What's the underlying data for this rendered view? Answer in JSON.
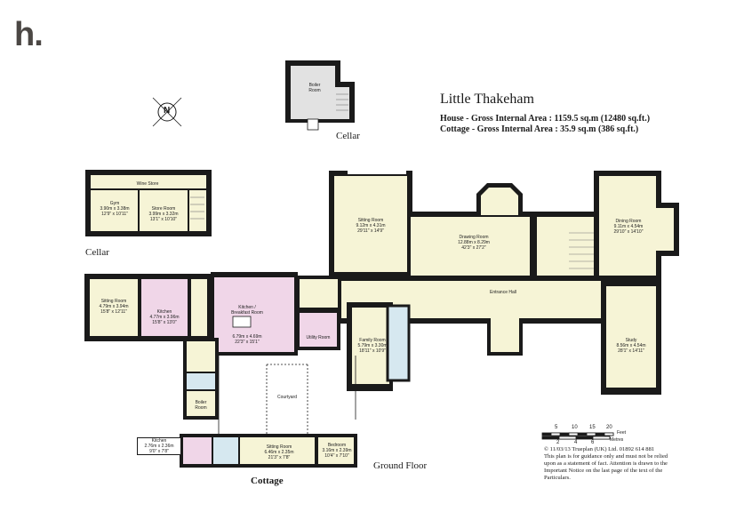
{
  "brand": {
    "logo": "h."
  },
  "property": {
    "title": "Little Thakeham",
    "areas": [
      "House - Gross Internal Area : 1159.5 sq.m   (12480 sq.ft.)",
      "Cottage - Gross Internal Area : 35.9 sq.m    (386 sq.ft.)"
    ]
  },
  "compass": {
    "label": "N"
  },
  "floor_labels": {
    "cellar_top": "Cellar",
    "cellar_left": "Cellar",
    "ground_floor": "Ground Floor",
    "cottage": "Cottage"
  },
  "rooms": {
    "boiler_cellar": "Boiler\nRoom",
    "wine_store": "Wine Store",
    "gym": "Gym\n3.90m x 3.38m\n12'9\" x 10'11\"",
    "store_room": "Store Room\n3.99m x 3.32m\n13'1\" x 10'10\"",
    "sitting_left": "Sitting Room\n4.79m x 3.94m\n15'8\" x 12'11\"",
    "kitchen_left": "Kitchen\n4.77m x 3.96m\n15'8\" x 13'0\"",
    "kitchen_breakfast": "Kitchen /\nBreakfast Room",
    "kitchen_breakfast_dims": "6.79m x 4.69m\n22'3\" x 15'1\"",
    "utility": "Utility Room",
    "sitting_main": "Sitting Room\n9.12m x 4.31m\n29'11\" x 14'9\"",
    "drawing": "Drawing Room\n12.88m x 8.29m\n42'3\" x 27'2\"",
    "dining": "Dining Room\n9.11m x 4.54m\n29'10\" x 14'10\"",
    "entrance_hall": "Entrance Hall",
    "family": "Family Room\n5.79m x 3.30m\n18'11\" x 10'9\"",
    "study": "Study\n8.56m x 4.54m\n28'1\" x 14'11\"",
    "boiler_ground": "Boiler\nRoom",
    "courtyard": "Courtyard",
    "kitchen_cottage": "Kitchen\n2.76m x 2.36m\n9'0\" x 7'8\"",
    "sitting_cottage": "Sitting Room\n6.46m x 2.35m\n21'3\" x 7'8\"",
    "bedroom_cottage": "Bedroom\n3.16m x 2.39m\n10'4\" x 7'10\""
  },
  "scale": {
    "feet_ticks": [
      "5",
      "10",
      "15",
      "20"
    ],
    "feet_label": "Feet",
    "metres_ticks": [
      "2",
      "4",
      "6"
    ],
    "metres_label": "Metres"
  },
  "notice": [
    "©   11/03/13   Trueplan  (UK) Ltd. 01892 614 881",
    "This plan is for guidance only and must not be relied",
    "upon as a statement of fact. Attention is drawn to the",
    "Important Notice on the last page of the text of the",
    "Particulars."
  ],
  "colors": {
    "wall": "#1a1a1a",
    "room": "#f6f4d6",
    "kitchen": "#f0d6e8",
    "bathroom": "#d6e8f0",
    "cellar_floor": "#e2e2e2"
  }
}
